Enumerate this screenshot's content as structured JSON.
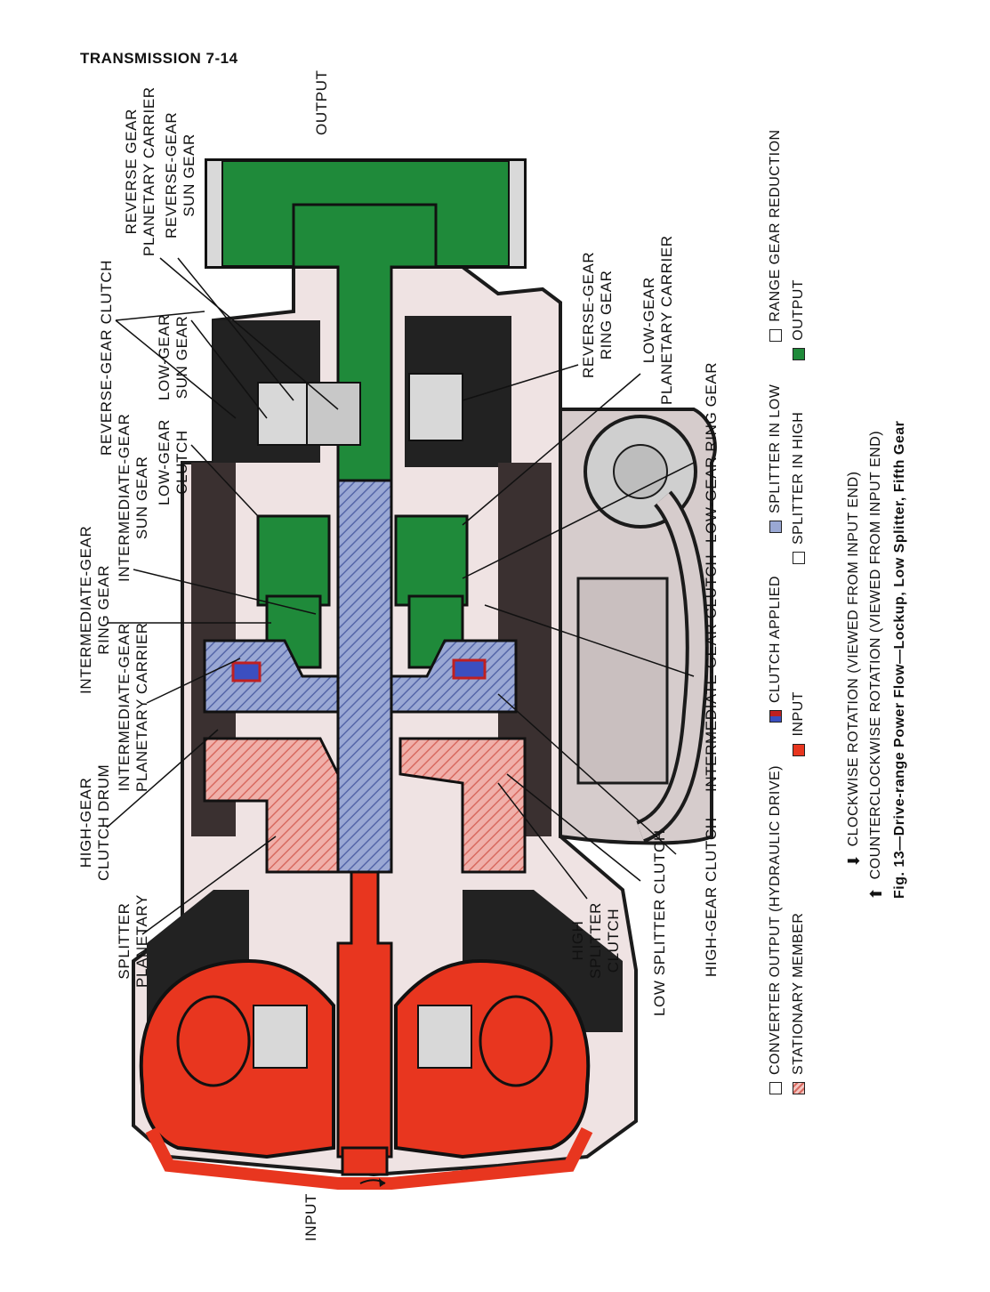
{
  "header": {
    "title": "TRANSMISSION 7-14"
  },
  "labels": {
    "output": "OUTPUT",
    "input": "INPUT",
    "reverse_gear_planetary_carrier": "REVERSE GEAR\nPLANETARY CARRIER",
    "reverse_gear_sun_gear": "REVERSE-GEAR\nSUN GEAR",
    "reverse_gear_clutch": "REVERSE-GEAR CLUTCH",
    "low_gear_sun_gear": "LOW-GEAR\nSUN GEAR",
    "low_gear_clutch": "LOW-GEAR\nCLUTCH",
    "intermediate_gear_sun_gear": "INTERMEDIATE-GEAR\nSUN GEAR",
    "intermediate_gear_ring_gear": "INTERMEDIATE-GEAR\nRING GEAR",
    "intermediate_gear_planetary_carrier": "INTERMEDIATE-GEAR\nPLANETARY CARRIER",
    "high_gear_clutch_drum": "HIGH-GEAR\nCLUTCH DRUM",
    "splitter_planetary": "SPLITTER\nPLANETARY",
    "reverse_gear_ring_gear": "REVERSE-GEAR\nRING GEAR",
    "low_gear_planetary_carrier": "LOW-GEAR\nPLANETARY CARRIER",
    "low_gear_ring_gear": "LOW-GEAR RING GEAR",
    "intermediate_gear_clutch": "INTERMEDIATE-GEAR CLUTCH",
    "high_gear_clutch": "HIGH-GEAR CLUTCH",
    "low_splitter_clutch": "LOW SPLITTER CLUTCH",
    "high_splitter_clutch": "HIGH\nSPLITTER\nCLUTCH"
  },
  "legend": {
    "converter_output": "CONVERTER OUTPUT (HYDRAULIC DRIVE)",
    "stationary_member": "STATIONARY MEMBER",
    "clutch_applied": "CLUTCH APPLIED",
    "input": "INPUT",
    "splitter_in_low": "SPLITTER IN LOW",
    "splitter_in_high": "SPLITTER IN HIGH",
    "range_gear_reduction": "RANGE GEAR REDUCTION",
    "output": "OUTPUT",
    "clockwise": "CLOCKWISE ROTATION (VIEWED FROM INPUT END)",
    "counterclockwise": "COUNTERCLOCKWISE ROTATION (VIEWED FROM INPUT END)",
    "caption": "Fig. 13—Drive-range Power Flow—Lockup, Low Splitter, Fifth Gear"
  },
  "colors": {
    "input": "#e8361f",
    "output": "#1f8a3a",
    "stationary": "#e8a0a0",
    "splitter_low": "#7d8fc4",
    "housing": "#efe3e3",
    "dark": "#1b1b1b"
  }
}
